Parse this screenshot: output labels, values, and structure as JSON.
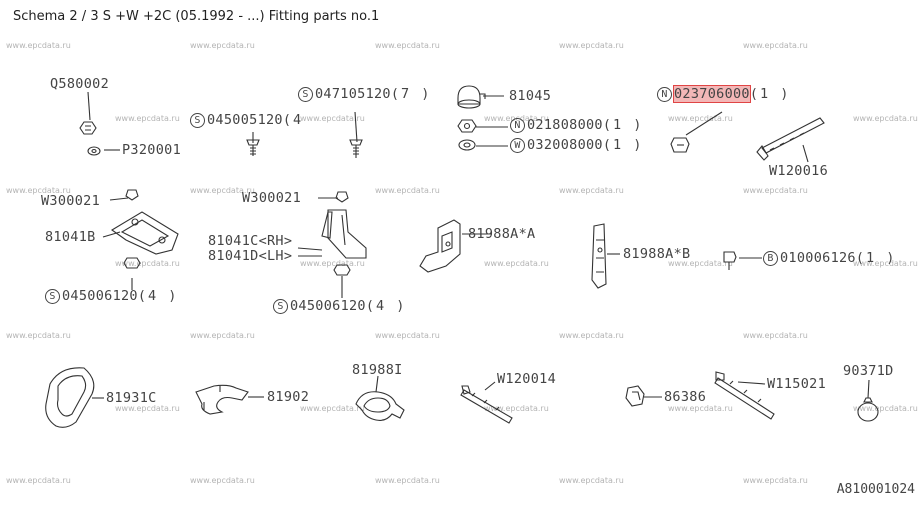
{
  "title": "Schema 2 / 3 S +W +2C (05.1992 - ...) Fitting parts no.1",
  "watermark": "www.epcdata.ru",
  "diagram_code": "A810001024",
  "highlight_color": "#e04545",
  "parts": {
    "q580002": {
      "text": "Q580002"
    },
    "p320001": {
      "text": "P320001"
    },
    "s045005120": {
      "prefix": "S",
      "text": "045005120",
      "qty": "(4"
    },
    "s047105120": {
      "prefix": "S",
      "text": "047105120",
      "qty": "(7 )"
    },
    "p81045": {
      "text": "81045"
    },
    "n021808000": {
      "prefix": "N",
      "text": "021808000",
      "qty": "(1 )"
    },
    "w032008000": {
      "prefix": "W",
      "text": "032008000",
      "qty": "(1 )"
    },
    "n023706000": {
      "prefix": "N",
      "text": "023706000",
      "qty": "(1 )"
    },
    "w120016": {
      "text": "W120016"
    },
    "w300021a": {
      "text": "W300021"
    },
    "p81041b": {
      "text": "81041B"
    },
    "s045006120a": {
      "prefix": "S",
      "text": "045006120",
      "qty": "(4 )"
    },
    "w300021b": {
      "text": "W300021"
    },
    "p81041c": {
      "text": "81041C<RH>"
    },
    "p81041d": {
      "text": "81041D<LH>"
    },
    "s045006120b": {
      "prefix": "S",
      "text": "045006120",
      "qty": "(4 )"
    },
    "p81988aa": {
      "text": "81988A*A"
    },
    "p81988ab": {
      "text": "81988A*B"
    },
    "b010006126": {
      "prefix": "B",
      "text": "010006126",
      "qty": "(1 )"
    },
    "p81931c": {
      "text": "81931C"
    },
    "p81902": {
      "text": "81902"
    },
    "p81988i": {
      "text": "81988I"
    },
    "w120014": {
      "text": "W120014"
    },
    "p86386": {
      "text": "86386"
    },
    "w115021": {
      "text": "W115021"
    },
    "p90371d": {
      "text": "90371D"
    }
  }
}
